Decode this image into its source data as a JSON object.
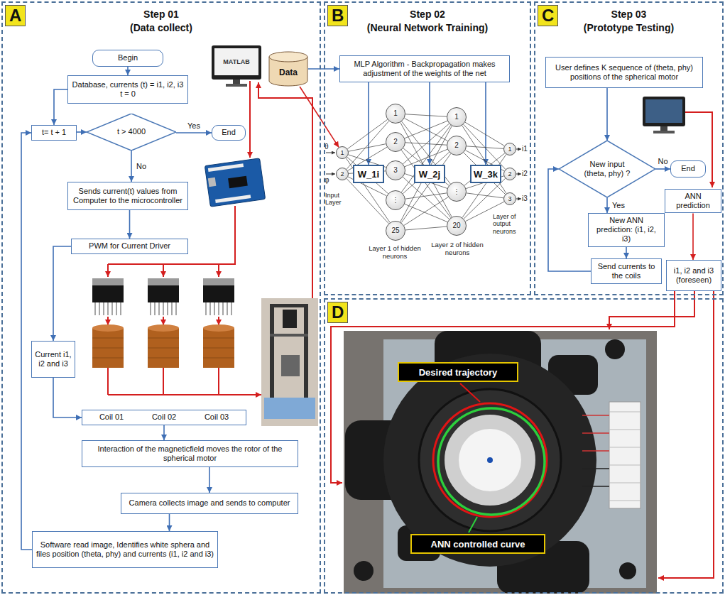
{
  "diagram": {
    "nodes": [
      {
        "text": [
          "A",
          "Step 01",
          "(Data collect)"
        ]
      },
      {
        "text": [
          "Begin"
        ],
        "in": 0
      },
      {
        "text": [
          "Database, currents (t) = i1, i2, i3 t = 0"
        ],
        "in": 0
      },
      {
        "text": [
          "t= t + 1"
        ],
        "in": 0
      },
      {
        "text": [
          "t > 4000"
        ],
        "in": 0
      },
      {
        "text": [
          "End"
        ],
        "in": 0
      },
      {
        "text": [
          "Sends current(t) values from Computer to the microcontroller"
        ],
        "in": 0
      },
      {
        "text": [
          "PWM for Current Driver"
        ],
        "in": 0
      },
      {
        "text": [
          "Current i1, i2 and i3"
        ],
        "in": 0
      },
      {
        "text": [
          "Coil 01",
          "Coil 02",
          "Coil 03"
        ],
        "in": 0
      },
      {
        "text": [
          "Interaction of the magneticfield moves the rotor of the spherical motor"
        ],
        "in": 0
      },
      {
        "text": [
          "Camera collects image and sends to computer"
        ],
        "in": 0
      },
      {
        "text": [
          "Software read image, Identifies white sphera and files position (theta, phy) and currents (i1, i2 and i3)"
        ],
        "in": 0
      },
      {
        "text": [
          "Data"
        ],
        "in": 0
      },
      {
        "text": [
          "B",
          "Step 02",
          "(Neural Network Training)"
        ]
      },
      {
        "text": [
          "MLP Algorithm - Backpropagation makes adjustment of the weights of the net"
        ],
        "in": 14
      },
      {
        "text": [
          "1"
        ],
        "in": 14
      },
      {
        "text": [
          "2"
        ],
        "in": 14
      },
      {
        "text": [
          "1"
        ],
        "in": 14
      },
      {
        "text": [
          "2"
        ],
        "in": 14
      },
      {
        "text": [
          "3"
        ],
        "in": 14
      },
      {
        "text": [
          "⋮"
        ],
        "in": 14
      },
      {
        "text": [
          "25"
        ],
        "in": 14
      },
      {
        "text": [
          "1"
        ],
        "in": 14
      },
      {
        "text": [
          "2"
        ],
        "in": 14
      },
      {
        "text": [
          "⋮"
        ],
        "in": 14
      },
      {
        "text": [
          "20"
        ],
        "in": 14
      },
      {
        "text": [
          "1"
        ],
        "in": 14
      },
      {
        "text": [
          "2"
        ],
        "in": 14
      },
      {
        "text": [
          "3"
        ],
        "in": 14
      },
      {
        "text": [
          "W_1i"
        ],
        "in": 14
      },
      {
        "text": [
          "W_2j"
        ],
        "in": 14
      },
      {
        "text": [
          "W_3k"
        ],
        "in": 14
      },
      {
        "text": [
          "C",
          "Step 03",
          "(Prototype Testing)"
        ]
      },
      {
        "text": [
          "User defines K sequence of (theta, phy) positions of the spherical motor"
        ],
        "in": 33
      },
      {
        "text": [
          "New input (theta, phy) ?"
        ],
        "in": 33
      },
      {
        "text": [
          "End"
        ],
        "in": 33
      },
      {
        "text": [
          "ANN prediction"
        ],
        "in": 33
      },
      {
        "text": [
          "New ANN prediction: (i1, i2, i3)"
        ],
        "in": 33
      },
      {
        "text": [
          "Send currents to the coils"
        ],
        "in": 33
      },
      {
        "text": [
          "i1, i2 and i3 (foreseen)"
        ],
        "in": 33
      },
      {
        "text": [
          "D"
        ]
      },
      {
        "text": [
          "Desired trajectory"
        ],
        "in": 41
      },
      {
        "text": [
          "ANN controlled curve"
        ],
        "in": 41
      }
    ],
    "edges": [
      {
        "from": 1,
        "to": 2,
        "arrow": "to"
      },
      {
        "from": 2,
        "to": 3,
        "arrow": "to"
      },
      {
        "from": 3,
        "to": 4,
        "arrow": "to"
      },
      {
        "from": 4,
        "to": 5,
        "label": "Yes",
        "arrow": "to"
      },
      {
        "from": 4,
        "to": 6,
        "label": "No",
        "arrow": "to"
      },
      {
        "from": 6,
        "to": 7,
        "arrow": "to"
      },
      {
        "from": 7,
        "to": 8,
        "arrow": "to"
      },
      {
        "from": 8,
        "to": 9,
        "arrow": "to"
      },
      {
        "from": 9,
        "to": 10,
        "arrow": "to"
      },
      {
        "from": 10,
        "to": 11,
        "arrow": "to"
      },
      {
        "from": 11,
        "to": 12,
        "arrow": "to"
      },
      {
        "from": 12,
        "to": 3,
        "arrow": "to"
      },
      {
        "from": 13,
        "to": 15,
        "arrow": "to"
      },
      {
        "from": 13,
        "to": 16,
        "arrow": "to"
      },
      {
        "from": 15,
        "to": 30,
        "arrow": "to"
      },
      {
        "from": 15,
        "to": 31,
        "arrow": "to"
      },
      {
        "from": 15,
        "to": 32,
        "arrow": "to"
      },
      {
        "from": 16,
        "to": 18,
        "arrow": "none"
      },
      {
        "from": 16,
        "to": 19,
        "arrow": "none"
      },
      {
        "from": 16,
        "to": 20,
        "arrow": "none"
      },
      {
        "from": 16,
        "to": 21,
        "arrow": "none"
      },
      {
        "from": 16,
        "to": 22,
        "arrow": "none"
      },
      {
        "from": 17,
        "to": 18,
        "arrow": "none"
      },
      {
        "from": 17,
        "to": 19,
        "arrow": "none"
      },
      {
        "from": 17,
        "to": 20,
        "arrow": "none"
      },
      {
        "from": 17,
        "to": 21,
        "arrow": "none"
      },
      {
        "from": 17,
        "to": 22,
        "arrow": "none"
      },
      {
        "from": 18,
        "to": 23,
        "arrow": "none"
      },
      {
        "from": 18,
        "to": 24,
        "arrow": "none"
      },
      {
        "from": 18,
        "to": 25,
        "arrow": "none"
      },
      {
        "from": 18,
        "to": 26,
        "arrow": "none"
      },
      {
        "from": 19,
        "to": 23,
        "arrow": "none"
      },
      {
        "from": 19,
        "to": 24,
        "arrow": "none"
      },
      {
        "from": 19,
        "to": 25,
        "arrow": "none"
      },
      {
        "from": 19,
        "to": 26,
        "arrow": "none"
      },
      {
        "from": 20,
        "to": 23,
        "arrow": "none"
      },
      {
        "from": 20,
        "to": 24,
        "arrow": "none"
      },
      {
        "from": 20,
        "to": 25,
        "arrow": "none"
      },
      {
        "from": 20,
        "to": 26,
        "arrow": "none"
      },
      {
        "from": 21,
        "to": 23,
        "arrow": "none"
      },
      {
        "from": 21,
        "to": 24,
        "arrow": "none"
      },
      {
        "from": 21,
        "to": 25,
        "arrow": "none"
      },
      {
        "from": 21,
        "to": 26,
        "arrow": "none"
      },
      {
        "from": 22,
        "to": 23,
        "arrow": "none"
      },
      {
        "from": 22,
        "to": 24,
        "arrow": "none"
      },
      {
        "from": 22,
        "to": 25,
        "arrow": "none"
      },
      {
        "from": 22,
        "to": 26,
        "arrow": "none"
      },
      {
        "from": 23,
        "to": 27,
        "arrow": "none"
      },
      {
        "from": 23,
        "to": 28,
        "arrow": "none"
      },
      {
        "from": 23,
        "to": 29,
        "arrow": "none"
      },
      {
        "from": 24,
        "to": 27,
        "arrow": "none"
      },
      {
        "from": 24,
        "to": 28,
        "arrow": "none"
      },
      {
        "from": 24,
        "to": 29,
        "arrow": "none"
      },
      {
        "from": 25,
        "to": 27,
        "arrow": "none"
      },
      {
        "from": 25,
        "to": 28,
        "arrow": "none"
      },
      {
        "from": 25,
        "to": 29,
        "arrow": "none"
      },
      {
        "from": 26,
        "to": 27,
        "arrow": "none"
      },
      {
        "from": 26,
        "to": 28,
        "arrow": "none"
      },
      {
        "from": 26,
        "to": 29,
        "arrow": "none"
      },
      {
        "from": 34,
        "to": 35,
        "arrow": "to"
      },
      {
        "from": 35,
        "to": 36,
        "label": "No",
        "arrow": "to"
      },
      {
        "from": 35,
        "to": 38,
        "label": "Yes",
        "arrow": "to"
      },
      {
        "from": 38,
        "to": 39,
        "arrow": "to"
      },
      {
        "from": 39,
        "to": 35,
        "arrow": "to"
      },
      {
        "from": 37,
        "to": 40,
        "arrow": "to"
      }
    ],
    "labels": [
      "MATLAB",
      "θ",
      "φ",
      "Input Layer",
      "Layer 1 of hidden neurons",
      "Layer 2 of hidden neurons",
      "Layer of output neurons",
      "i1",
      "i2",
      "i3"
    ]
  }
}
